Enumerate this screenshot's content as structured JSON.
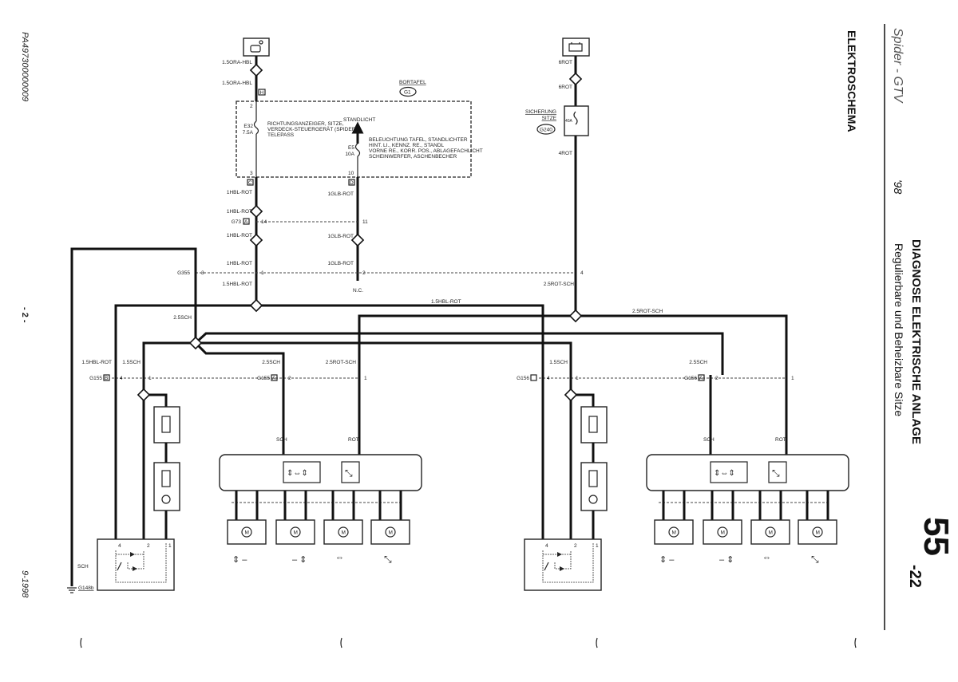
{
  "side": {
    "doc_code": "PA497300000009",
    "page": "- 2 -",
    "date": "9-1998"
  },
  "header": {
    "model_logo": "Spider - GTV",
    "model_year": "'98",
    "section_title": "ELEKTROSCHEMA",
    "title_line1": "DIAGNOSE ELEKTRISCHE ANLAGE",
    "title_line2": "Regulierbare und Beheizbare Sitze",
    "page_major": "55",
    "page_minor": "-22"
  },
  "supply": {
    "wire_top1": "1.5ORA-HBL",
    "wire_top2": "1.5ORA-HBL",
    "conn_h": "H",
    "panel_name": "BORTAFEL",
    "panel_code": "G1",
    "pin_2": "2",
    "pin_3": "3",
    "pin_10": "10",
    "fuse_e32": "E32",
    "fuse_e32_rating": "7.5A",
    "fuse_e32_desc": [
      "RICHTUNGSANZEIGER, SITZE,",
      "VERDECK-STEUERGERÄT (SPIDER)",
      "TELEPASS"
    ],
    "standlicht": "STANDLICHT",
    "fuse_e5": "E5",
    "fuse_e5_rating": "10A",
    "fuse_e5_desc": [
      "BELEUCHTUNG TAFEL, STANDLICHTER",
      "HINT. LI., KENNZ. RE., STANDL",
      "VORNE RE., KORR. POS., ABLAGEFACHLICHT",
      "SCHEINWERFER, ASCHENBECHER"
    ],
    "conn_c": "C",
    "conn_d": "D",
    "left_wires": [
      "1HBL-ROT",
      "1HBL-ROT",
      "1HBL-ROT",
      "1HBL-ROT",
      "1.5HBL-ROT"
    ],
    "right_wires": [
      "1GLB-ROT",
      "1GLB-ROT",
      "1GLB-ROT"
    ],
    "g73": "G73",
    "g73_pin": "A",
    "pin_14": "14",
    "pin_11": "11",
    "g355": "G355",
    "pin_g355_3": "3",
    "pin_g355_1": "1",
    "pin_g355_2": "2",
    "pin_g355_4": "4",
    "nc": "N.C.",
    "battery_wire1": "6ROT",
    "battery_wire2": "6ROT",
    "fuse_label1": "SICHERUNG",
    "fuse_label2": "SITZE",
    "fuse_code": "G240",
    "fuse_rating": "40A",
    "battery_wire3": "4ROT",
    "wire_rs": "2.5ROT-SCH",
    "bus_hbl": "1.5HBL-ROT",
    "bus_rs": "2.5ROT-SCH",
    "bus_sch": "2.5SCH",
    "ground_wire": "SCH",
    "ground_code": "G148b"
  },
  "seats": [
    {
      "wire_a": "1.5HBL-ROT",
      "conn_b": "G155",
      "conn_b_pin": "B",
      "pin_4": "4",
      "wire_b": "1.5SCH",
      "pin_1": "1",
      "wire_c": "2.5SCH",
      "conn_a": "G155",
      "conn_a_pin": "A",
      "pin_2": "2",
      "wire_d": "2.5ROT-SCH",
      "pin_1b": "1",
      "sch": "SCH",
      "rot": "ROT",
      "sw_4": "4",
      "sw_2": "2",
      "sw_1": "1",
      "motor": "M"
    },
    {
      "wire_a": "",
      "conn_b": "G156",
      "conn_b_pin": "",
      "pin_4": "4",
      "wire_b": "1.5SCH",
      "pin_1": "1",
      "wire_c": "2.5SCH",
      "conn_a": "G156",
      "conn_a_pin": "A",
      "pin_2": "2",
      "wire_d": "",
      "pin_1b": "1",
      "sch": "SCH",
      "rot": "ROT",
      "sw_4": "4",
      "sw_2": "2",
      "sw_1": "1",
      "motor": "M"
    }
  ]
}
